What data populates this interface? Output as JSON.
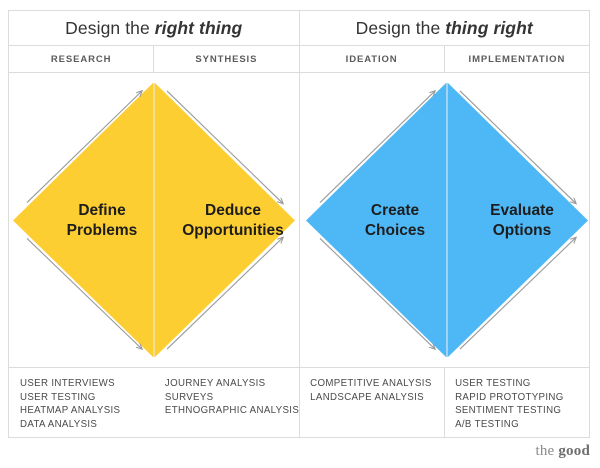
{
  "diagram": {
    "type": "double-diamond",
    "titles": [
      {
        "lead": "Design the",
        "emphasis": "right thing"
      },
      {
        "lead": "Design the",
        "emphasis": "thing right"
      }
    ],
    "phases": [
      "RESEARCH",
      "SYNTHESIS",
      "IDEATION",
      "IMPLEMENTATION"
    ],
    "diamonds": [
      {
        "name": "discover-define-diamond",
        "color": "#FDCE31",
        "halves": [
          {
            "line1": "Define",
            "line2": "Problems"
          },
          {
            "line1": "Deduce",
            "line2": "Opportunities"
          }
        ]
      },
      {
        "name": "develop-deliver-diamond",
        "color": "#4EB8F7",
        "halves": [
          {
            "line1": "Create",
            "line2": "Choices"
          },
          {
            "line1": "Evaluate",
            "line2": "Options"
          }
        ]
      }
    ],
    "methods": [
      [
        "USER INTERVIEWS",
        "USER TESTING",
        "HEATMAP ANALYSIS",
        "DATA ANALYSIS"
      ],
      [
        "JOURNEY ANALYSIS",
        "SURVEYS",
        "ETHNOGRAPHIC ANALYSIS"
      ],
      [
        "COMPETITIVE ANALYSIS",
        "LANDSCAPE ANALYSIS"
      ],
      [
        "USER TESTING",
        "RAPID PROTOTYPING",
        "SENTIMENT TESTING",
        "A/B TESTING"
      ]
    ],
    "arrow_color": "#9a9a9a",
    "border_color": "#dcdcdc"
  },
  "footer": {
    "brand_the": "the ",
    "brand_good": "good"
  }
}
